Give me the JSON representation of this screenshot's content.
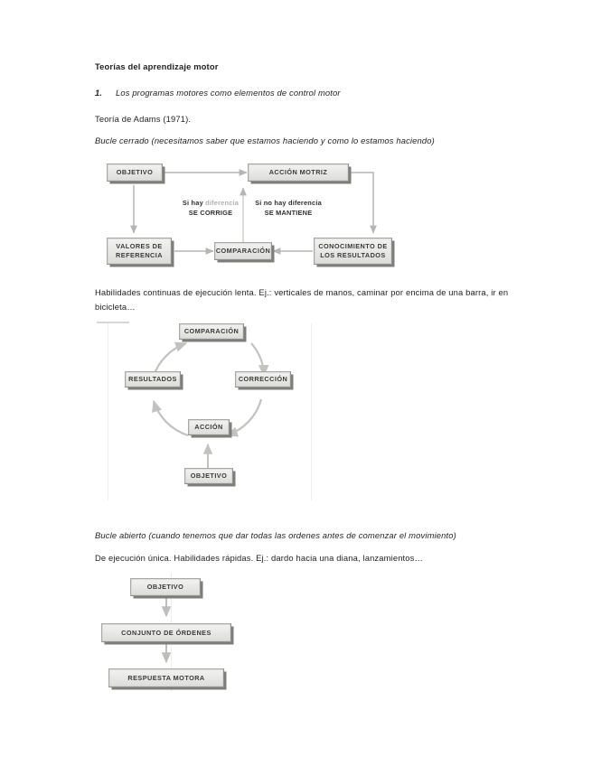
{
  "document": {
    "title": "Teorías del aprendizaje motor",
    "list_item_number": "1.",
    "list_item_text": "Los programas motores como elementos de control motor",
    "theory_line": "Teoría de Adams (1971).",
    "closed_loop_heading": "Bucle cerrado (necesitamos saber que estamos haciendo y como lo estamos haciendo)",
    "closed_loop_note": "Habilidades continuas de ejecución lenta. Ej.: verticales de manos, caminar por encima de una barra, ir en bicicleta…",
    "open_loop_heading": "Bucle abierto (cuando tenemos que dar todas las ordenes antes de comenzar el movimiento)",
    "open_loop_note": "De ejecución única. Habilidades rápidas. Ej.: dardo hacia una diana, lanzamientos…"
  },
  "diagram_closed_loop": {
    "name": "closed-loop-control-diagram",
    "nodes": {
      "objetivo": "OBJETIVO",
      "accion_motriz": "ACCIÓN MOTRIZ",
      "valores_referencia_line1": "VALORES DE",
      "valores_referencia_line2": "REFERENCIA",
      "comparacion": "COMPARACIÓN",
      "conocimiento_line1": "CONOCIMIENTO DE",
      "conocimiento_line2": "LOS RESULTADOS"
    },
    "labels": {
      "left_line1_a": "Si hay ",
      "left_line1_b": "diferencia",
      "left_line2": "SE CORRIGE",
      "right_line1": "Si no hay diferencia",
      "right_line2": "SE MANTIENE"
    }
  },
  "diagram_cycle": {
    "name": "feedback-cycle-diagram",
    "nodes": {
      "comparacion": "COMPARACIÓN",
      "correccion": "CORRECCIÓN",
      "accion": "ACCIÓN",
      "resultados": "RESULTADOS",
      "objetivo": "OBJETIVO"
    }
  },
  "diagram_open_loop": {
    "name": "open-loop-flow-diagram",
    "nodes": {
      "objetivo": "OBJETIVO",
      "conjunto_ordenes": "CONJUNTO DE ÓRDENES",
      "respuesta_motora": "RESPUESTA MOTORA"
    }
  },
  "colors": {
    "text": "#231f20",
    "node_fill": "#e9e9e7",
    "node_border": "#a8a8a4",
    "node_shadow": "#7d7d79",
    "arrow": "#b5b5b1",
    "faded_text": "#b0b0ad"
  }
}
